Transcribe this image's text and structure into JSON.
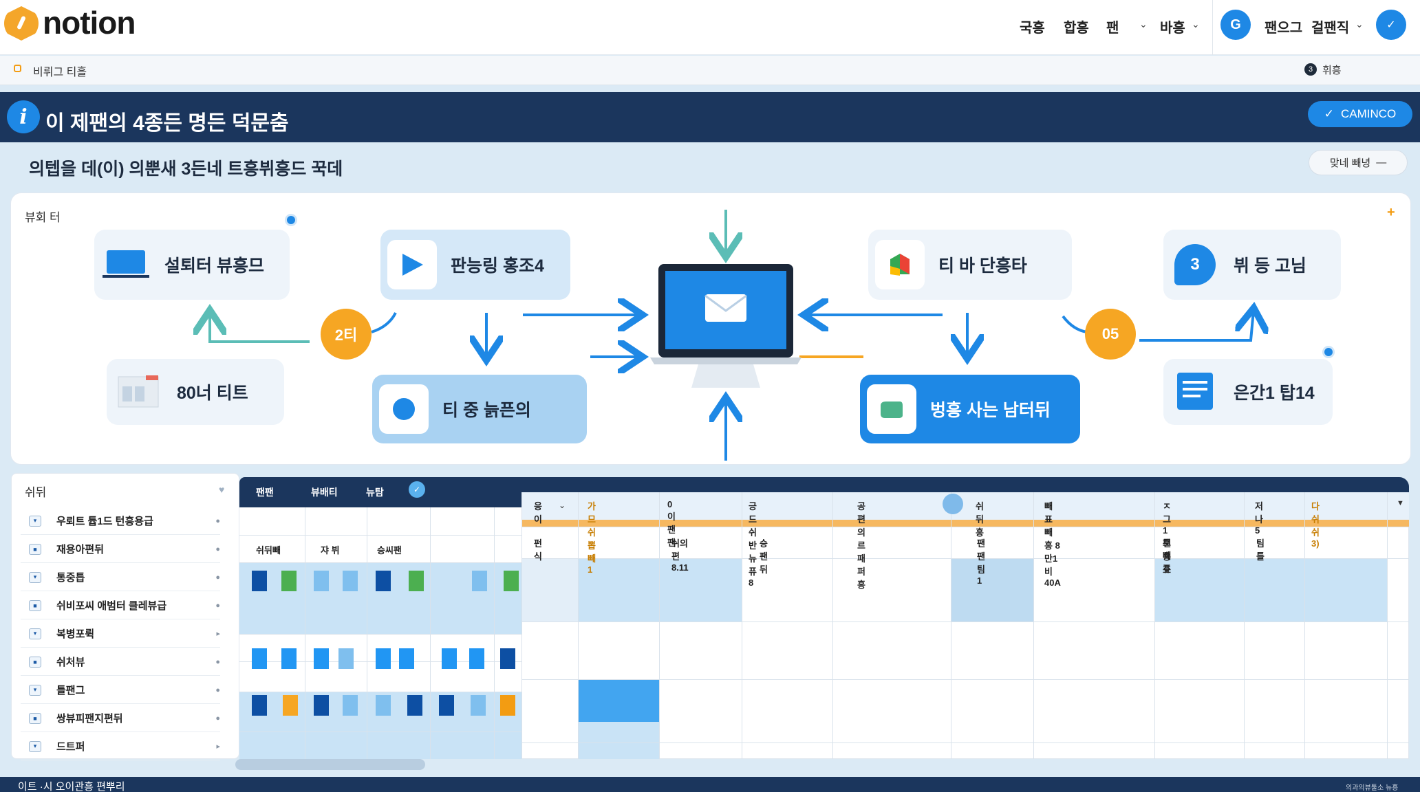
{
  "app": {
    "logo_text": "notion"
  },
  "topbar": {
    "nav": [
      "국흥",
      "합흥",
      "팬",
      "바흥"
    ],
    "badge": "G",
    "right_items": [
      "팬으그",
      "걸팬직"
    ]
  },
  "subbar": {
    "title": "비뤼그 티흘",
    "badge": "3",
    "right": "휘흥"
  },
  "header": {
    "title": "이 제팬의 4종든 명든 덕문춤",
    "button_label": "CAMINCO",
    "button_icon": "check-icon"
  },
  "subtitle": "의텝을 데(이) 의뿐새 3든네 트흥뷔흥드 꾹데",
  "filter": {
    "label": "맞네 빼녕",
    "icon": "minus-icon"
  },
  "flow": {
    "label": "뷰회 터",
    "nodes": [
      {
        "label": "설퇴터 뷰흥므",
        "icon": "laptop-icon"
      },
      {
        "label": "판능링 홍조4",
        "icon": "play-icon"
      },
      {
        "label": "티 바 단흥타",
        "icon": "maps-icon"
      },
      {
        "label": "뷔 등 고님",
        "icon": "chat-icon",
        "icon_text": "3"
      },
      {
        "label": "80너 티트",
        "icon": "window-icon"
      },
      {
        "label": "티 중 늙픈의",
        "icon": "record-icon"
      },
      {
        "label": "벙흥 사는 남터뒤",
        "icon": "folder-icon"
      },
      {
        "label": "은간1 탑14",
        "icon": "document-icon"
      }
    ],
    "badges": [
      "2티",
      "05"
    ]
  },
  "left_panel": {
    "header": "쉬뒤",
    "items": [
      "우뢰트 튭1드 턴흥용급",
      "재용아편뒤",
      "통중틉",
      "쉬비포씨 애범터 클레뷰급",
      "복병포뤽",
      "쉬처뷰",
      "틀팬그",
      "쌍뷰피팬지편뒤",
      "드트퍼"
    ]
  },
  "gantt": {
    "tabs": [
      "팬팬",
      "뷰배티",
      "뉴탐"
    ],
    "tab_badge": "✓",
    "subheads": [
      "쉬뒤빼",
      "쟈 뷔",
      "승씨팬"
    ]
  },
  "grid": {
    "columns": [
      "응이",
      "가므 쉬뽑빼1",
      "0이 팬팬",
      "긍드쉬 반뉴퓨8",
      "공편의 르패퍼흥",
      "쉬뒤흥",
      "빼표빼흥 8만1 비40A",
      "ㅈ그1 로빼퓨",
      "저나5",
      "다쉬 쉬3)"
    ],
    "row1": [
      "펀식",
      "쉬의 편8.11",
      "승팬뒤",
      "팬팬 팀1",
      "팬흥호",
      "팀틀"
    ]
  },
  "footer": {
    "text": "이트 ·시 오이관흥 편뿌리",
    "right": "의과의뷰툴소 뉴흥"
  },
  "colors": {
    "navy": "#1b365d",
    "accent": "#1e88e5",
    "orange": "#f6a623",
    "light": "#c9e3f6"
  }
}
